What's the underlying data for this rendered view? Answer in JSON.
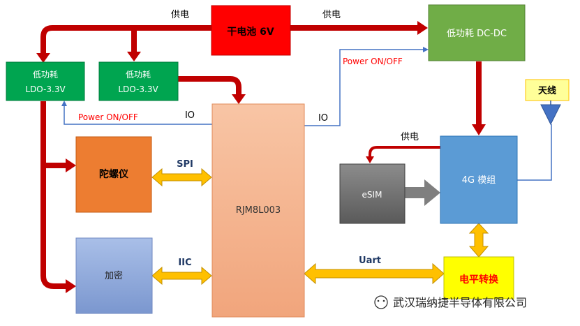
{
  "blocks": {
    "battery": "干电池 6V",
    "dcdc": "低功耗 DC-DC",
    "ldo1": [
      "低功耗",
      "LDO-3.3V"
    ],
    "ldo2": [
      "低功耗",
      "LDO-3.3V"
    ],
    "mcu": "RJM8L003",
    "gyro": "陀螺仪",
    "crypto": "加密",
    "esim": "eSIM",
    "module4g": "4G 模组",
    "level_shift": "电平转换",
    "antenna": "天线"
  },
  "labels": {
    "supply_left": "供电",
    "supply_right": "供电",
    "supply_4g": "供电",
    "power_onoff_right": "Power ON/OFF",
    "power_onoff_left": "Power ON/OFF",
    "io_left": "IO",
    "io_right": "IO",
    "spi": "SPI",
    "iic": "IIC",
    "uart": "Uart"
  },
  "watermark": "武汉瑞纳捷半导体有限公司",
  "colors": {
    "red_arrow": "#c00000",
    "blue_line": "#4472c4",
    "yellow_arrow": "#ffc000",
    "battery": "#ff0000",
    "green": "#00a550",
    "dcdc": "#70ad47",
    "mcu": "#f4b183",
    "gyro": "#ed7d31",
    "crypto": "#8faadc",
    "module4g": "#5b9bd5",
    "esim": "#7f7f7f",
    "level_shift": "#ffff00",
    "red_text": "#ff0000"
  }
}
